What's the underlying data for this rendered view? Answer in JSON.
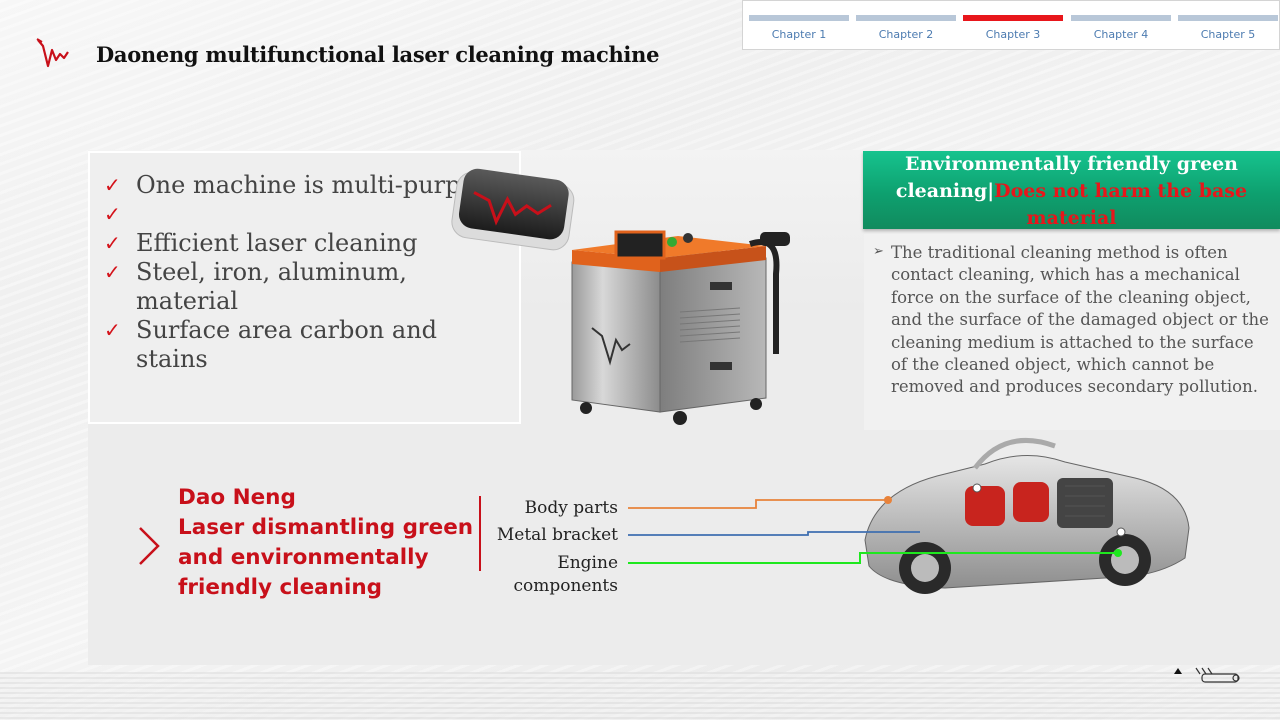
{
  "header": {
    "title": "Daoneng multifunctional laser cleaning machine"
  },
  "chapters": [
    {
      "label": "Chapter 1",
      "active": false
    },
    {
      "label": "Chapter 2",
      "active": false
    },
    {
      "label": "Chapter 3",
      "active": true
    },
    {
      "label": "Chapter 4",
      "active": false
    },
    {
      "label": "Chapter 5",
      "active": false
    }
  ],
  "features": [
    "One machine is multi-purpose",
    "",
    "Efficient laser cleaning",
    "Steel, iron, aluminum, material",
    "Surface area carbon and stains"
  ],
  "green_header": {
    "text": "Environmentally friendly green cleaning",
    "separator": "|",
    "highlight": "Does not harm the base material"
  },
  "description": "The traditional cleaning method is often contact cleaning, which has a mechanical force on the surface of the cleaning object, and the surface of the damaged object or the cleaning medium is attached to the surface of the cleaned object, which cannot be removed and produces secondary pollution.",
  "headline": {
    "line1": "Dao Neng",
    "line2": "Laser dismantling green and environmentally friendly cleaning"
  },
  "parts": {
    "body": "Body parts",
    "bracket": "Metal bracket",
    "engine": "Engine components"
  },
  "colors": {
    "accent_red": "#e8161b",
    "nav_bar": "#b8c7d8",
    "nav_text": "#4c7bb0",
    "green": "#0ea06f",
    "line_orange": "#e8823a",
    "line_blue": "#3f6fb0",
    "line_green": "#1ee81e"
  },
  "icons": [
    "logo-icon",
    "check-icon",
    "chevron-right-icon",
    "arrow-bullet-icon",
    "tool-icon"
  ]
}
